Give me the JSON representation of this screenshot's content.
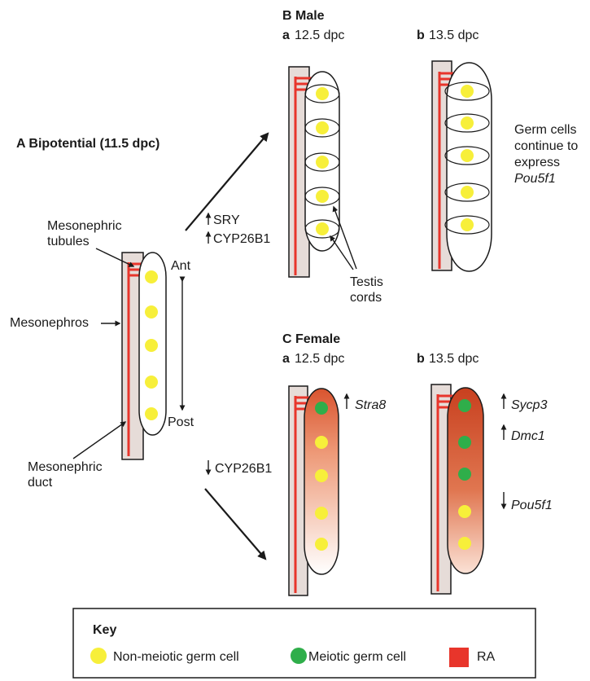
{
  "panelA": {
    "title": "A  Bipotential (11.5 dpc)",
    "label_tubules_1": "Mesonephric",
    "label_tubules_2": "tubules",
    "label_mesonephros": "Mesonephros",
    "label_duct_1": "Mesonephric",
    "label_duct_2": "duct",
    "label_ant": "Ant",
    "label_post": "Post"
  },
  "arrows": {
    "up_1": "SRY",
    "up_2": "CYP26B1",
    "down_1": "CYP26B1"
  },
  "panelB": {
    "title": "B  Male",
    "a_label": "a",
    "a_dpc": "12.5 dpc",
    "b_label": "b",
    "b_dpc": "13.5 dpc",
    "testis_1": "Testis",
    "testis_2": "cords",
    "germ_1": "Germ cells",
    "germ_2": "continue to",
    "germ_3": "express",
    "germ_4": "Pou5f1"
  },
  "panelC": {
    "title": "C  Female",
    "a_label": "a",
    "a_dpc": "12.5 dpc",
    "b_label": "b",
    "b_dpc": "13.5 dpc",
    "stra8": "Stra8",
    "sycp3": "Sycp3",
    "dmc1": "Dmc1",
    "pou5f1": "Pou5f1"
  },
  "key": {
    "title": "Key",
    "item1": "Non-meiotic germ cell",
    "item2": "Meiotic germ cell",
    "item3": "RA"
  },
  "colors": {
    "non_meiotic": "#f7ef3a",
    "meiotic": "#2fae4a",
    "ra": "#e8352b",
    "mesonephros": "#e6dcd8",
    "female_gradient_top": "#d9542f",
    "female_gradient_bottom": "#ffffff"
  }
}
